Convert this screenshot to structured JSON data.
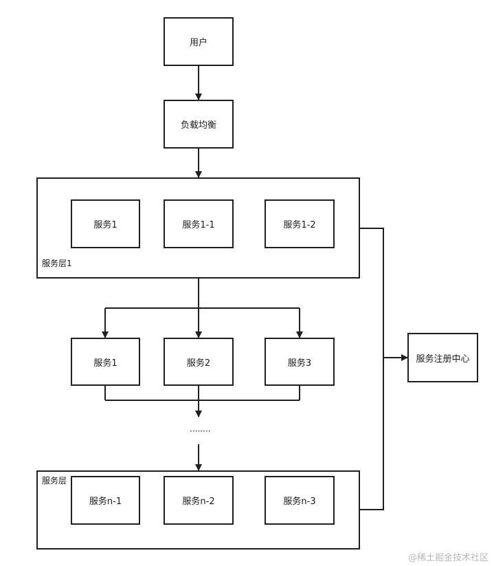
{
  "nodes": {
    "user": "用户",
    "load_balancer": "负载均衡",
    "layer1": {
      "label": "服务层1",
      "services": [
        "服务1",
        "服务1-1",
        "服务1-2"
      ]
    },
    "middle": {
      "services": [
        "服务1",
        "服务2",
        "服务3"
      ]
    },
    "ellipsis": "········",
    "layern": {
      "label": "服务层",
      "services": [
        "服务n-1",
        "服务n-2",
        "服务n-3"
      ]
    },
    "registry": "服务注册中心"
  },
  "watermark": "@稀土掘金技术社区",
  "colors": {
    "line": "#1f1f1f",
    "watermark": "#b8b8b8"
  }
}
